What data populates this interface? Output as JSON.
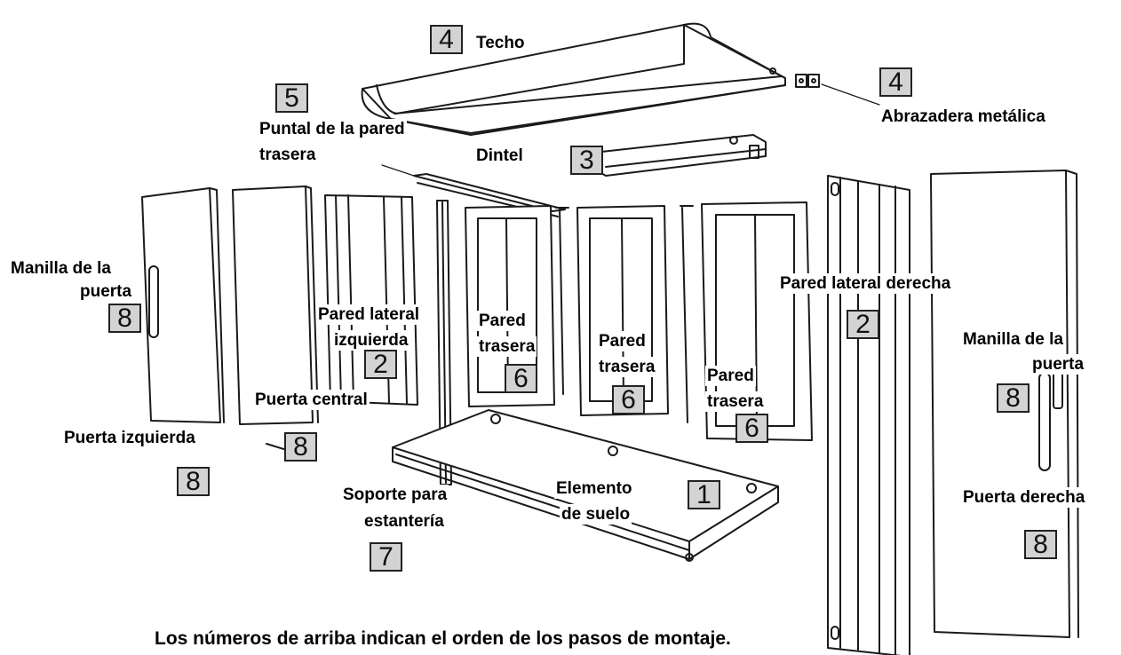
{
  "parts": [
    {
      "key": "techo",
      "label": "Techo",
      "step": "4"
    },
    {
      "key": "abrazadera",
      "label": "Abrazadera metálica",
      "step": "4"
    },
    {
      "key": "puntal",
      "label": "Puntal de la pared trasera",
      "step": "5"
    },
    {
      "key": "dintel",
      "label": "Dintel",
      "step": "3"
    },
    {
      "key": "manilla_izq",
      "label": "Manilla de la puerta",
      "step": "8"
    },
    {
      "key": "pared_izq",
      "label": "Pared lateral izquierda",
      "step": "2"
    },
    {
      "key": "pared_tras_1",
      "label": "Pared trasera",
      "step": "6"
    },
    {
      "key": "pared_tras_2",
      "label": "Pared trasera",
      "step": "6"
    },
    {
      "key": "pared_tras_3",
      "label": "Pared trasera",
      "step": "6"
    },
    {
      "key": "pared_der",
      "label": "Pared lateral derecha",
      "step": "2"
    },
    {
      "key": "manilla_der",
      "label": "Manilla de la puerta",
      "step": "8"
    },
    {
      "key": "puerta_central",
      "label": "Puerta central",
      "step": "8"
    },
    {
      "key": "puerta_izq",
      "label": "Puerta izquierda",
      "step": "8"
    },
    {
      "key": "soporte",
      "label": "Soporte para estantería",
      "step": "7"
    },
    {
      "key": "suelo",
      "label": "Elemento de suelo",
      "step": "1"
    },
    {
      "key": "puerta_der",
      "label": "Puerta derecha",
      "step": "8"
    }
  ],
  "labels": {
    "techo": "Techo",
    "abrazadera": "Abrazadera metálica",
    "puntal_l1": "Puntal de la pared",
    "puntal_l2": "trasera",
    "dintel": "Dintel",
    "manilla_izq_l1": "Manilla de la",
    "manilla_izq_l2": "puerta",
    "pared_izq_l1": "Pared lateral",
    "pared_izq_l2": "izquierda",
    "pared_tras_1_l1": "Pared",
    "pared_tras_1_l2": "trasera",
    "pared_tras_2_l1": "Pared",
    "pared_tras_2_l2": "trasera",
    "pared_tras_3_l1": "Pared",
    "pared_tras_3_l2": "trasera",
    "pared_der": "Pared lateral derecha",
    "manilla_der_l1": "Manilla de la",
    "manilla_der_l2": "puerta",
    "puerta_central": "Puerta central",
    "puerta_izq": "Puerta izquierda",
    "soporte_l1": "Soporte para",
    "soporte_l2": "estantería",
    "suelo_l1": "Elemento",
    "suelo_l2": "de suelo",
    "puerta_der": "Puerta derecha"
  },
  "steps": {
    "techo": "4",
    "abrazadera": "4",
    "puntal": "5",
    "dintel": "3",
    "manilla_izq": "8",
    "pared_izq": "2",
    "pared_tras_1": "6",
    "pared_tras_2": "6",
    "pared_tras_3": "6",
    "pared_der": "2",
    "manilla_der": "8",
    "puerta_central": "8",
    "puerta_izq": "8",
    "soporte": "7",
    "suelo": "1",
    "puerta_der": "8"
  },
  "footer": "Los números de arriba indican el orden de los pasos de montaje.",
  "colors": {
    "step_box_fill": "#d3d3d3",
    "line": "#1a1a1a",
    "background": "#ffffff"
  }
}
